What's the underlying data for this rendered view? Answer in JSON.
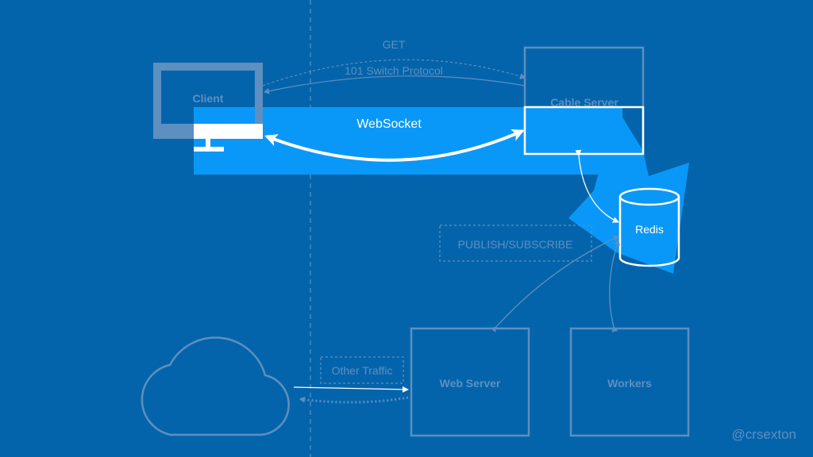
{
  "nodes": {
    "client": "Client",
    "cable_server": "Cable Server",
    "redis": "Redis",
    "web_server": "Web Server",
    "workers": "Workers"
  },
  "labels": {
    "get": "GET",
    "switch_protocol": "101 Switch Protocol",
    "websocket": "WebSocket",
    "publish_subscribe": "PUBLISH/SUBSCRIBE",
    "other_traffic": "Other Traffic"
  },
  "credit": "@crsexton",
  "colors": {
    "background": "#0464ab",
    "highlight": "#0a98f8",
    "dim_line": "#5d8fc0",
    "white": "#ffffff"
  }
}
